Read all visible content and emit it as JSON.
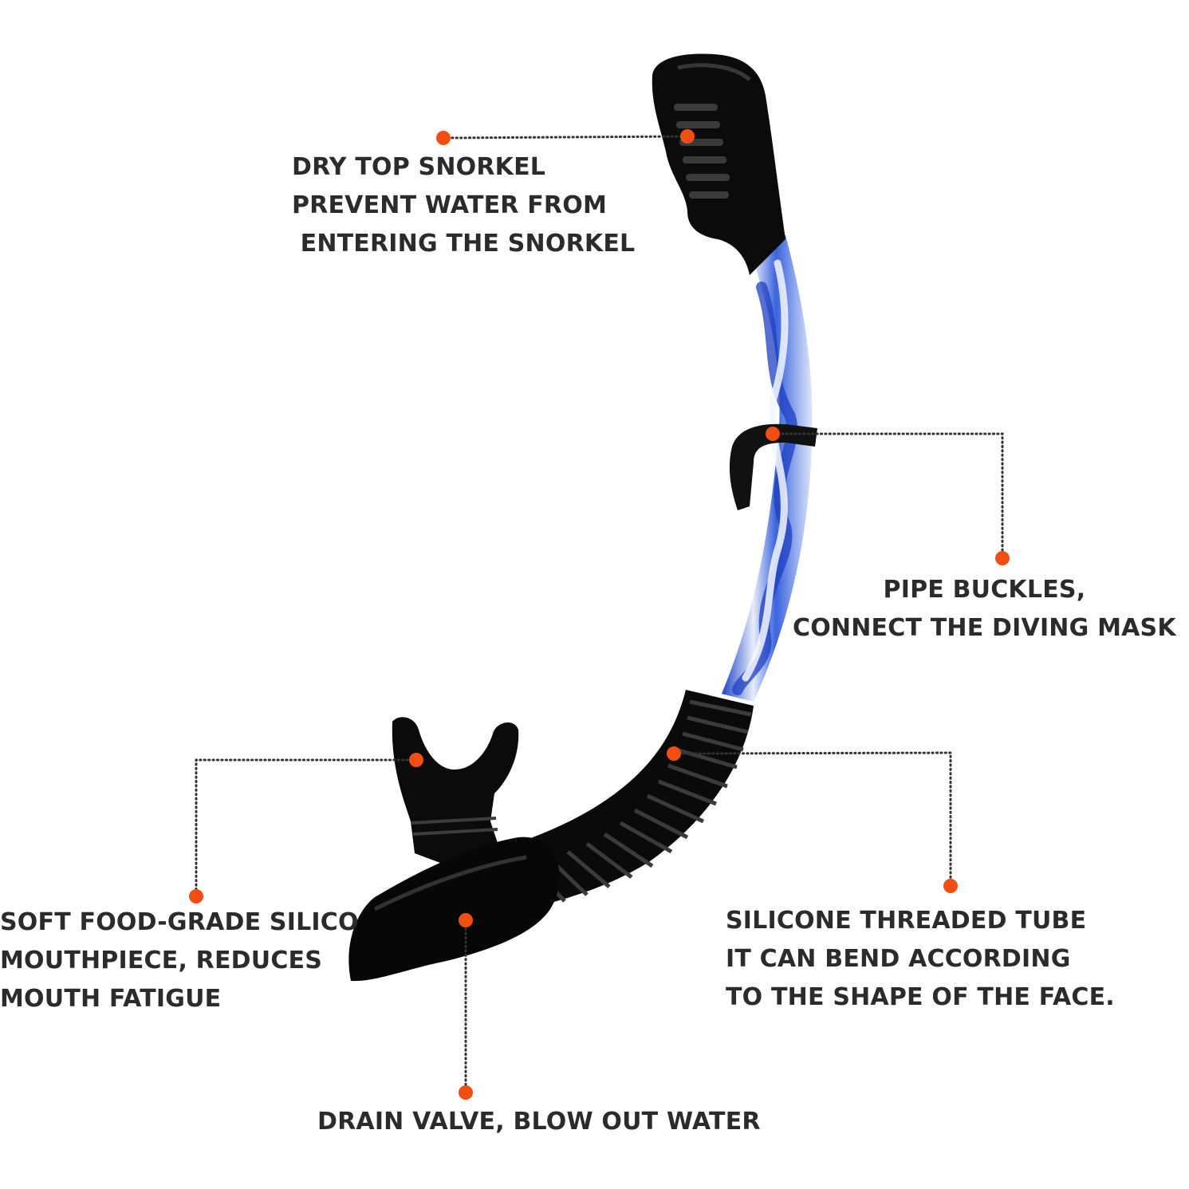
{
  "colors": {
    "marker": "#f04e12",
    "text": "#2b2b2b",
    "snorkel_black": "#0d0d0d",
    "tube_blue": "#2f56d6",
    "tube_white": "#e9eefb"
  },
  "product": {
    "icon": "snorkel-icon"
  },
  "callouts": {
    "dry_top": {
      "lines": [
        "DRY TOP SNORKEL",
        "PREVENT WATER FROM",
        " ENTERING THE SNORKEL"
      ]
    },
    "pipe_buckles": {
      "lines": [
        "PIPE BUCKLES,",
        "CONNECT THE DIVING MASK"
      ]
    },
    "mouthpiece": {
      "lines": [
        "SOFT FOOD-GRADE SILICONE",
        "MOUTHPIECE, REDUCES",
        "MOUTH FATIGUE"
      ]
    },
    "threaded_tube": {
      "lines": [
        "SILICONE THREADED TUBE",
        "IT CAN BEND ACCORDING",
        "TO THE SHAPE OF THE FACE."
      ]
    },
    "drain_valve": {
      "lines": [
        "DRAIN VALVE, BLOW OUT WATER"
      ]
    }
  }
}
